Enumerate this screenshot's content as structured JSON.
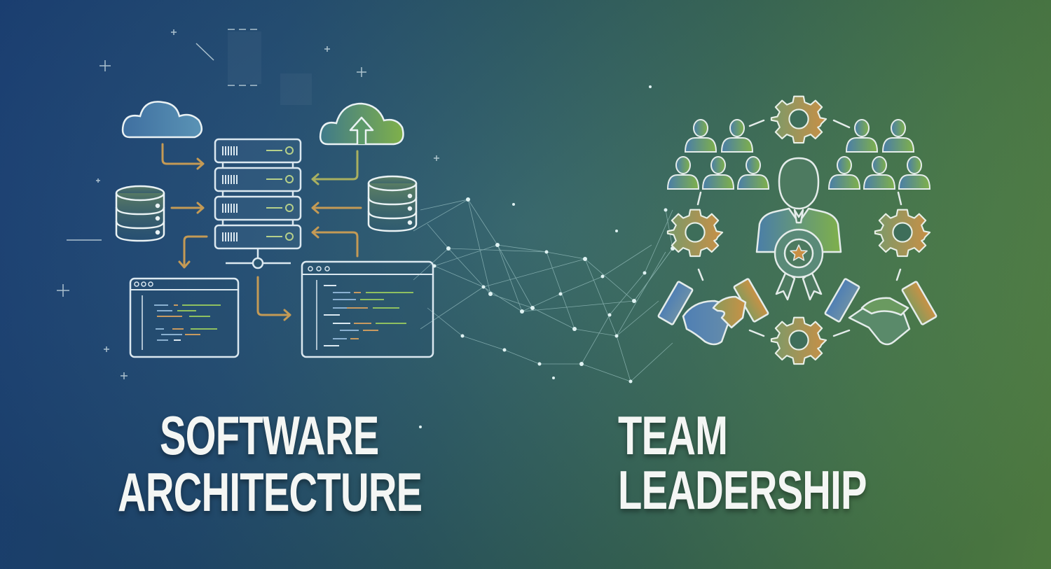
{
  "banner": {
    "left_section": {
      "title_line1": "SOFTWARE",
      "title_line2": "ARCHITECTURE",
      "icons": [
        "cloud-icon",
        "cloud-upload-icon",
        "server-rack-icon",
        "database-icon",
        "database-icon",
        "code-window-icon",
        "code-window-icon",
        "network-node-icon"
      ]
    },
    "right_section": {
      "title": "TEAM LEADERSHIP",
      "icons": [
        "gear-icon",
        "gear-icon",
        "gear-icon",
        "gear-icon",
        "team-group-icon",
        "team-group-icon",
        "leader-icon",
        "award-badge-icon",
        "handshake-icon",
        "handshake-icon"
      ]
    },
    "connector": "network-mesh"
  },
  "colors": {
    "bg_left": "#1f4a86",
    "bg_right": "#5e934d",
    "line": "#d8e6ee",
    "arrow": "#c49a55",
    "gear": "#c8904a",
    "green": "#7fae52",
    "blue": "#4f7fb0",
    "text": "#f4f6f4"
  }
}
